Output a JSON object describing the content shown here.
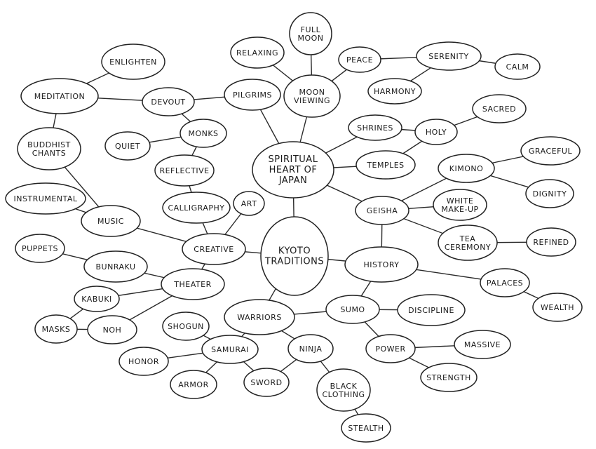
{
  "title": "Kyoto Traditions",
  "nodes": {
    "kyoto": [
      "KYOTO",
      "TRADITIONS"
    ],
    "spiritual": [
      "SPIRITUAL",
      "HEART OF",
      "JAPAN"
    ],
    "moon": [
      "MOON",
      "VIEWING"
    ],
    "fullmoon": [
      "FULL",
      "MOON"
    ],
    "relaxing": [
      "RELAXING"
    ],
    "peace": [
      "PEACE"
    ],
    "serenity": [
      "SERENITY"
    ],
    "calm": [
      "CALM"
    ],
    "harmony": [
      "HARMONY"
    ],
    "shrines": [
      "SHRINES"
    ],
    "holy": [
      "HOLY"
    ],
    "sacred": [
      "SACRED"
    ],
    "temples": [
      "TEMPLES"
    ],
    "geisha": [
      "GEISHA"
    ],
    "kimono": [
      "KIMONO"
    ],
    "graceful": [
      "GRACEFUL"
    ],
    "dignity": [
      "DIGNITY"
    ],
    "white": [
      "WHITE",
      "MAKE-UP"
    ],
    "tea": [
      "TEA",
      "CEREMONY"
    ],
    "refined": [
      "REFINED"
    ],
    "history": [
      "HISTORY"
    ],
    "palaces": [
      "PALACES"
    ],
    "wealth": [
      "WEALTH"
    ],
    "sumo": [
      "SUMO"
    ],
    "discipline": [
      "DISCIPLINE"
    ],
    "power": [
      "POWER"
    ],
    "massive": [
      "MASSIVE"
    ],
    "strength": [
      "STRENGTH"
    ],
    "warriors": [
      "WARRIORS"
    ],
    "ninja": [
      "NINJA"
    ],
    "black": [
      "BLACK",
      "CLOTHING"
    ],
    "stealth": [
      "STEALTH"
    ],
    "samurai": [
      "SAMURAI"
    ],
    "shogun": [
      "SHOGUN"
    ],
    "honor": [
      "HONOR"
    ],
    "armor": [
      "ARMOR"
    ],
    "sword": [
      "SWORD"
    ],
    "creative": [
      "CREATIVE"
    ],
    "art": [
      "ART"
    ],
    "calligraphy": [
      "CALLIGRAPHY"
    ],
    "reflective": [
      "REFLECTIVE"
    ],
    "monks": [
      "MONKS"
    ],
    "quiet": [
      "QUIET"
    ],
    "devout": [
      "DEVOUT"
    ],
    "pilgrims": [
      "PILGRIMS"
    ],
    "meditation": [
      "MEDITATION"
    ],
    "enlighten": [
      "ENLIGHTEN"
    ],
    "buddhist": [
      "BUDDHIST",
      "CHANTS"
    ],
    "instrumental": [
      "INSTRUMENTAL"
    ],
    "music": [
      "MUSIC"
    ],
    "theater": [
      "THEATER"
    ],
    "bunraku": [
      "BUNRAKU"
    ],
    "puppets": [
      "PUPPETS"
    ],
    "kabuki": [
      "KABUKI"
    ],
    "masks": [
      "MASKS"
    ],
    "noh": [
      "NOH"
    ]
  },
  "edges": [
    [
      "kyoto",
      "spiritual"
    ],
    [
      "kyoto",
      "creative"
    ],
    [
      "kyoto",
      "history"
    ],
    [
      "kyoto",
      "warriors"
    ],
    [
      "spiritual",
      "moon"
    ],
    [
      "spiritual",
      "pilgrims"
    ],
    [
      "spiritual",
      "shrines"
    ],
    [
      "spiritual",
      "temples"
    ],
    [
      "spiritual",
      "geisha"
    ],
    [
      "moon",
      "fullmoon"
    ],
    [
      "moon",
      "relaxing"
    ],
    [
      "moon",
      "peace"
    ],
    [
      "peace",
      "serenity"
    ],
    [
      "serenity",
      "calm"
    ],
    [
      "serenity",
      "harmony"
    ],
    [
      "shrines",
      "holy"
    ],
    [
      "temples",
      "holy"
    ],
    [
      "holy",
      "sacred"
    ],
    [
      "geisha",
      "kimono"
    ],
    [
      "geisha",
      "white"
    ],
    [
      "geisha",
      "tea"
    ],
    [
      "geisha",
      "history"
    ],
    [
      "kimono",
      "graceful"
    ],
    [
      "kimono",
      "dignity"
    ],
    [
      "tea",
      "refined"
    ],
    [
      "history",
      "palaces"
    ],
    [
      "palaces",
      "wealth"
    ],
    [
      "history",
      "sumo"
    ],
    [
      "warriors",
      "sumo"
    ],
    [
      "sumo",
      "discipline"
    ],
    [
      "sumo",
      "power"
    ],
    [
      "power",
      "massive"
    ],
    [
      "power",
      "strength"
    ],
    [
      "warriors",
      "ninja"
    ],
    [
      "warriors",
      "samurai"
    ],
    [
      "ninja",
      "sword"
    ],
    [
      "ninja",
      "black"
    ],
    [
      "black",
      "stealth"
    ],
    [
      "samurai",
      "shogun"
    ],
    [
      "samurai",
      "honor"
    ],
    [
      "samurai",
      "armor"
    ],
    [
      "samurai",
      "sword"
    ],
    [
      "pilgrims",
      "devout"
    ],
    [
      "devout",
      "meditation"
    ],
    [
      "devout",
      "monks"
    ],
    [
      "meditation",
      "enlighten"
    ],
    [
      "meditation",
      "buddhist"
    ],
    [
      "buddhist",
      "music"
    ],
    [
      "monks",
      "quiet"
    ],
    [
      "monks",
      "reflective"
    ],
    [
      "reflective",
      "calligraphy"
    ],
    [
      "calligraphy",
      "creative"
    ],
    [
      "creative",
      "art"
    ],
    [
      "creative",
      "music"
    ],
    [
      "creative",
      "theater"
    ],
    [
      "music",
      "instrumental"
    ],
    [
      "theater",
      "bunraku"
    ],
    [
      "bunraku",
      "puppets"
    ],
    [
      "theater",
      "kabuki"
    ],
    [
      "theater",
      "noh"
    ],
    [
      "kabuki",
      "masks"
    ],
    [
      "masks",
      "noh"
    ]
  ]
}
